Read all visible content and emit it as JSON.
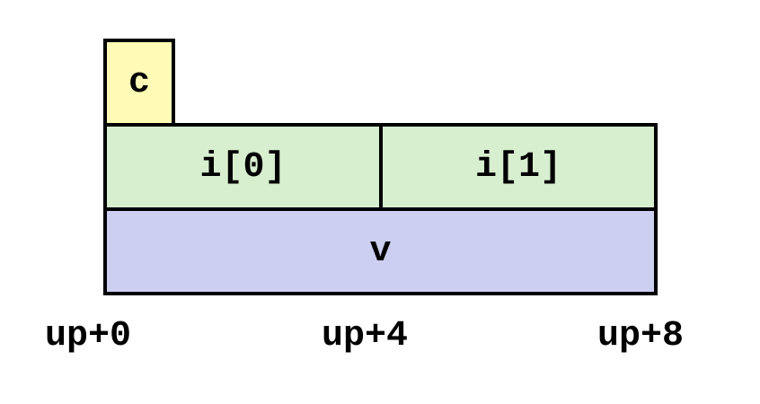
{
  "fields": {
    "c": {
      "label": "c",
      "color": "#FDFBB5"
    },
    "i0": {
      "label": "i[0]",
      "color": "#D7EECF"
    },
    "i1": {
      "label": "i[1]",
      "color": "#D7EECF"
    },
    "v": {
      "label": "v",
      "color": "#CDCFF0"
    }
  },
  "offsets": [
    "up+0",
    "up+4",
    "up+8"
  ]
}
